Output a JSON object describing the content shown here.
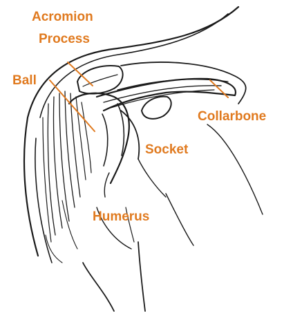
{
  "colors": {
    "label": "#e07a1f",
    "ink": "#1a1a1a",
    "background": "#ffffff"
  },
  "labels": {
    "acromion_line1": "Acromion",
    "acromion_line2": "Process",
    "ball": "Ball",
    "collarbone": "Collarbone",
    "socket": "Socket",
    "humerus": "Humerus"
  }
}
